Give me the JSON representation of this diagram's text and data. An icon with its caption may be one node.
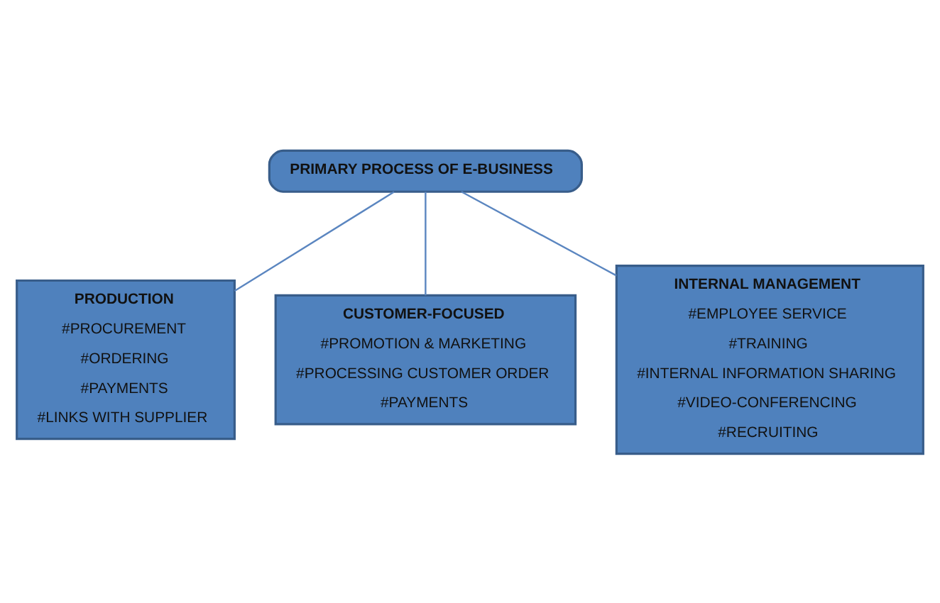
{
  "diagram": {
    "nodes": [
      {
        "text": [
          "PRIMARY PROCESS OF E-BUSINESS"
        ]
      },
      {
        "text": [
          "PRODUCTION",
          "#PROCUREMENT",
          "#ORDERING",
          "#PAYMENTS",
          "#LINKS WITH SUPPLIER"
        ]
      },
      {
        "text": [
          "CUSTOMER-FOCUSED",
          "#PROMOTION & MARKETING",
          "#PROCESSING CUSTOMER ORDER",
          "#PAYMENTS"
        ]
      },
      {
        "text": [
          "INTERNAL MANAGEMENT",
          "#EMPLOYEE SERVICE",
          "#TRAINING",
          "#INTERNAL INFORMATION SHARING",
          "#VIDEO-CONFERENCING",
          "#RECRUITING"
        ]
      }
    ],
    "edges": [
      {
        "from": 0,
        "to": 1,
        "arrow": "none"
      },
      {
        "from": 0,
        "to": 2,
        "arrow": "none"
      },
      {
        "from": 0,
        "to": 3,
        "arrow": "none"
      }
    ]
  }
}
